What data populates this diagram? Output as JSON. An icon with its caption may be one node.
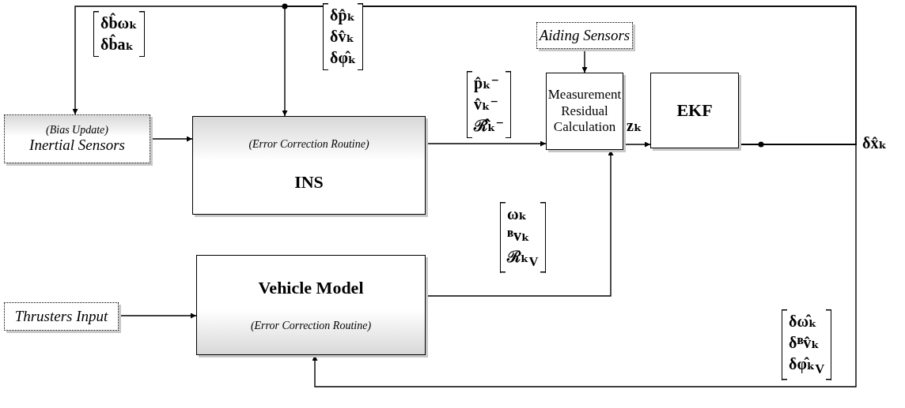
{
  "diagram": {
    "nodes": [
      {
        "text": [
          "(Bias Update)",
          "Inertial Sensors"
        ]
      },
      {
        "text": [
          "(Error Correction Routine)",
          "INS"
        ]
      },
      {
        "text": [
          "Aiding Sensors"
        ]
      },
      {
        "text": [
          "Measurement Residual Calculation"
        ]
      },
      {
        "text": [
          "EKF"
        ]
      },
      {
        "text": [
          "Thrusters Input"
        ]
      },
      {
        "text": [
          "Vehicle Model",
          "(Error Correction Routine)"
        ]
      }
    ],
    "edges": [
      {
        "from": 0,
        "to": 1,
        "arrow": "to"
      },
      {
        "from": 1,
        "to": 3,
        "arrow": "to",
        "label": "p̂ₖ⁻ v̂ₖ⁻ ℛ̂ₖ⁻"
      },
      {
        "from": 2,
        "to": 3,
        "arrow": "to"
      },
      {
        "from": 6,
        "to": 3,
        "arrow": "to",
        "label": "ωₖ ᴮvₖ ℛₖ$_{V}$"
      },
      {
        "from": 3,
        "to": 4,
        "arrow": "to",
        "label": "zₖ"
      },
      {
        "from": 5,
        "to": 6,
        "arrow": "to"
      },
      {
        "from": 4,
        "to": 0,
        "arrow": "to",
        "label": "δb̂ωₖ δb̂aₖ"
      },
      {
        "from": 4,
        "to": 1,
        "arrow": "to",
        "label": "δp̂ₖ δv̂ₖ δφ̂ₖ"
      },
      {
        "from": 4,
        "to": 6,
        "arrow": "to",
        "label": "δω̂ₖ δᴮv̂ₖ δφ̂ₖ$_{V}$"
      }
    ],
    "labels": [
      "δx̂ₖ"
    ]
  }
}
